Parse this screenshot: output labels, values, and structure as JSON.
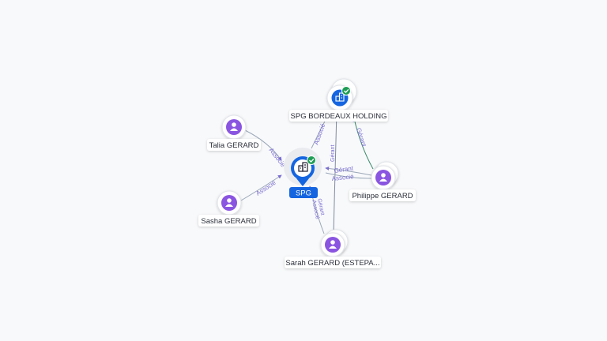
{
  "nodes": {
    "spg": {
      "label": "SPG",
      "type": "company",
      "icon": "building-icon",
      "verified": true
    },
    "holding": {
      "label": "SPG BORDEAUX HOLDING",
      "type": "company",
      "icon": "building-icon",
      "verified": true
    },
    "talia": {
      "label": "Talia GERARD",
      "type": "person",
      "icon": "person-icon"
    },
    "sasha": {
      "label": "Sasha GERARD",
      "type": "person",
      "icon": "person-icon"
    },
    "philippe": {
      "label": "Philippe GERARD",
      "type": "person",
      "icon": "person-icon"
    },
    "sarah": {
      "label": "Sarah GERARD (ESTEPA...",
      "type": "person",
      "icon": "person-icon"
    }
  },
  "edges": {
    "talia_spg": "Associé",
    "sasha_spg": "Associé",
    "spg_holding": "Associé",
    "philippe_holding": "Gérant",
    "philippe_spg_1": "Gérant",
    "philippe_spg_2": "Associé",
    "sarah_spg_1": "Gérant",
    "sarah_spg_2": "Associé"
  },
  "colors": {
    "primary": "#1565e0",
    "person": "#8a55e0",
    "verified": "#1f9d55",
    "edge": "#9aa7b8",
    "edge_label": "#7b6fd0",
    "edge_holding": "#3a8a6a"
  }
}
